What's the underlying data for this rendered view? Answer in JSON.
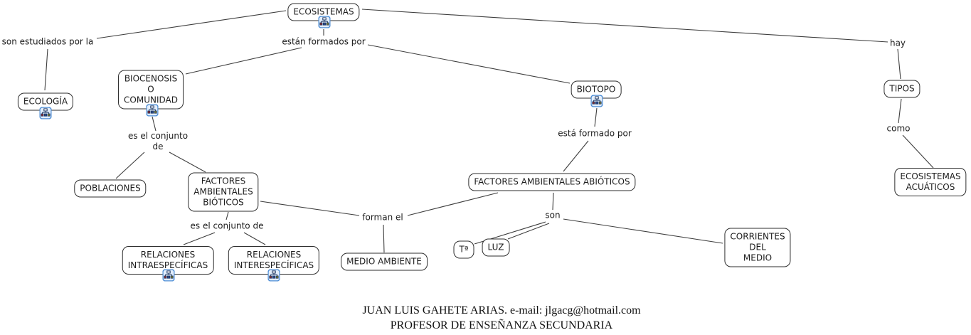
{
  "colors": {
    "background": "#ffffff",
    "line": "#3e3e3e",
    "box_border": "#2e2e2e",
    "text": "#1c1c1c",
    "icon_border": "#4e8ed6",
    "icon_background": "#e3eefb",
    "icon_glyph": "#1f3864"
  },
  "diagram": {
    "nodes": {
      "ecosistemas": "ECOSISTEMAS",
      "ecologia": "ECOLOGÍA",
      "biocenosis": "BIOCENOSIS\nO\nCOMUNIDAD",
      "poblaciones": "POBLACIONES",
      "factores_bioticos": "FACTORES\nAMBIENTALES\nBIÓTICOS",
      "relaciones_intra": "RELACIONES\nINTRAESPECÍFICAS",
      "relaciones_inter": "RELACIONES\nINTERESPECÍFICAS",
      "medio_ambiente": "MEDIO AMBIENTE",
      "biotopo": "BIOTOPO",
      "factores_abioticos": "FACTORES AMBIENTALES ABIÓTICOS",
      "temperatura": "Tª",
      "luz": "LUZ",
      "corrientes": "CORRIENTES\nDEL\nMEDIO",
      "tipos": "TIPOS",
      "ecosistemas_acuaticos": "ECOSISTEMAS\nACUÁTICOS"
    },
    "links": {
      "son_estudiados": "son estudiados por la",
      "estan_formados": "están formados por",
      "hay": "hay",
      "es_el_conjunto_de_1": "es el conjunto\nde",
      "es_el_conjunto_de_2": "es el conjunto de",
      "forman_el": "forman el",
      "esta_formado_por": "está formado por",
      "son": "son",
      "como": "como"
    },
    "nodes_with_resource_icon": [
      "ecosistemas",
      "ecologia",
      "biocenosis",
      "relaciones_intra",
      "relaciones_inter",
      "biotopo"
    ],
    "edges": [
      [
        402,
        15,
        136,
        54
      ],
      [
        67,
        69,
        63,
        127
      ],
      [
        455,
        41,
        455,
        50
      ],
      [
        424,
        67,
        261,
        104
      ],
      [
        517,
        63,
        801,
        117
      ],
      [
        509,
        13,
        1248,
        59
      ],
      [
        1262,
        69,
        1266,
        111
      ],
      [
        1267,
        139,
        1263,
        173
      ],
      [
        1269,
        190,
        1312,
        236
      ],
      [
        214,
        164,
        219,
        184
      ],
      [
        203,
        214,
        163,
        251
      ],
      [
        238,
        214,
        289,
        242
      ],
      [
        321,
        298,
        318,
        309
      ],
      [
        302,
        327,
        258,
        344
      ],
      [
        343,
        327,
        373,
        344
      ],
      [
        366,
        283,
        505,
        303
      ],
      [
        700,
        271,
        573,
        303
      ],
      [
        539,
        316,
        540,
        355
      ],
      [
        839,
        152,
        836,
        178
      ],
      [
        827,
        198,
        792,
        241
      ],
      [
        778,
        271,
        777,
        295
      ],
      [
        767,
        312,
        667,
        343
      ],
      [
        772,
        314,
        714,
        336
      ],
      [
        792,
        308,
        1016,
        342
      ]
    ]
  },
  "footer": {
    "line1": "JUAN LUIS GAHETE ARIAS. e-mail: jlgacg@hotmail.com",
    "line2": "PROFESOR DE ENSEÑANZA SECUNDARIA"
  }
}
